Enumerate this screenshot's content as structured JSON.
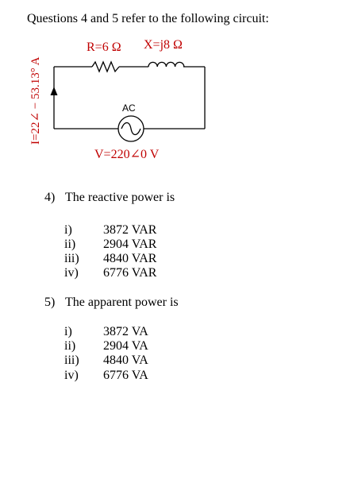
{
  "intro": "Questions 4 and 5 refer to the following circuit:",
  "circuit": {
    "resistor_label": "R=6 Ω",
    "inductor_label": "X=j8 Ω",
    "source_type": "AC",
    "voltage_label": "V=220∠0 V",
    "current_label": "I=22∠ − 53.13° A",
    "label_color": "#c00000"
  },
  "questions": [
    {
      "number": "4)",
      "text": "The reactive power is",
      "options": [
        {
          "num": "i)",
          "value": "3872 VAR"
        },
        {
          "num": "ii)",
          "value": "2904 VAR"
        },
        {
          "num": "iii)",
          "value": "4840 VAR"
        },
        {
          "num": "iv)",
          "value": "6776 VAR"
        }
      ]
    },
    {
      "number": "5)",
      "text": "The apparent power is",
      "options": [
        {
          "num": "i)",
          "value": "3872 VA"
        },
        {
          "num": "ii)",
          "value": "2904 VA"
        },
        {
          "num": "iii)",
          "value": "4840 VA"
        },
        {
          "num": "iv)",
          "value": "6776 VA"
        }
      ]
    }
  ]
}
